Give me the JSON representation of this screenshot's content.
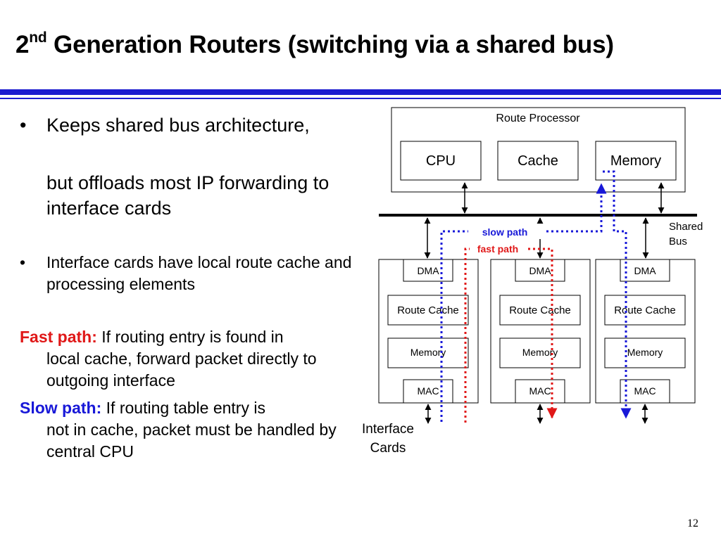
{
  "slide": {
    "title_prefix": "2",
    "title_sup": "nd",
    "title_rest": " Generation Routers (switching via a shared bus)",
    "page_number": "12"
  },
  "bullets": {
    "b1_line1": "Keeps shared bus architecture,",
    "b1_line2": "but offloads most IP forwarding to interface cards",
    "b2": "Interface cards have local route cache and processing elements",
    "fast_label": "Fast path:",
    "fast_text_first": " If routing entry is found in",
    "fast_text_rest": "local cache, forward packet directly to outgoing interface",
    "slow_label": "Slow path:",
    "slow_text_first": "  If routing table entry is",
    "slow_text_rest": "not in cache, packet must be handled by central CPU",
    "bullet_glyph": "•"
  },
  "diagram": {
    "route_processor": "Route Processor",
    "cpu": "CPU",
    "cache": "Cache",
    "memory": "Memory",
    "shared_bus_line1": "Shared",
    "shared_bus_line2": "Bus",
    "slow_path": "slow path",
    "fast_path": "fast path",
    "card_dma": "DMA",
    "card_route_cache": "Route Cache",
    "card_memory": "Memory",
    "card_mac": "MAC",
    "interface_cards_line1": "Interface",
    "interface_cards_line2": "Cards",
    "colors": {
      "slow": "#1818d8",
      "fast": "#e01818",
      "rule": "#1c1ccf"
    }
  }
}
